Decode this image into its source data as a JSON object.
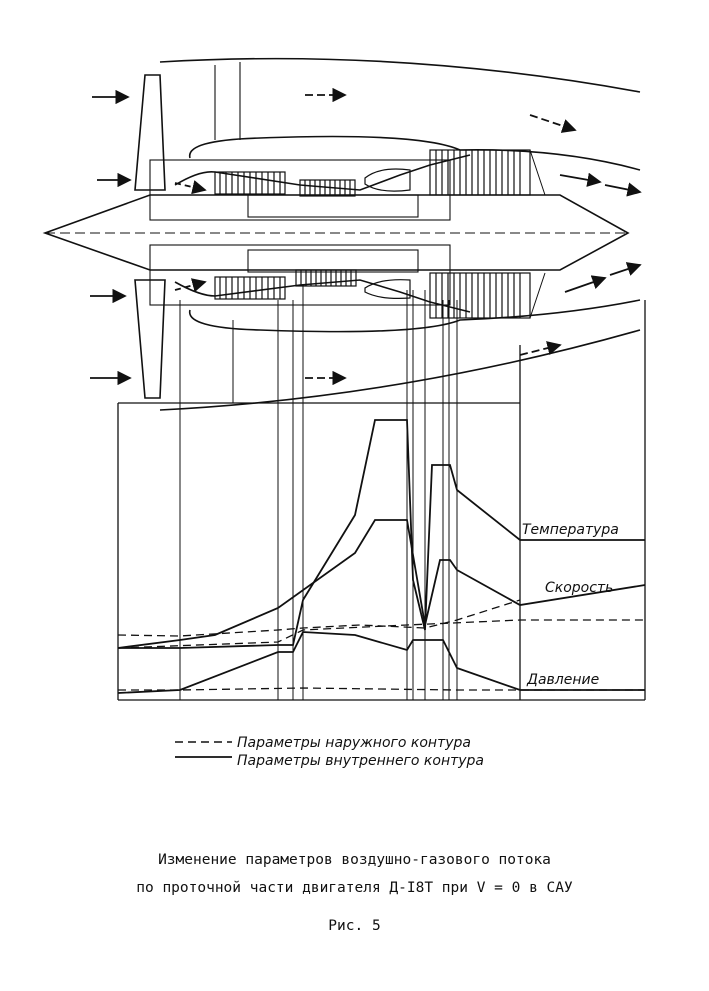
{
  "diagram": {
    "curve_labels": {
      "temperature": "Температура",
      "speed": "Скорость",
      "pressure": "Давление"
    },
    "legend": {
      "outer": "Параметры наружного контура",
      "inner": "Параметры внутреннего контура"
    }
  },
  "caption": {
    "line1": "Изменение параметров воздушно-газового потока",
    "line2": "по проточной части двигателя Д-I8T при V = 0 в САУ",
    "figure_number": "Рис. 5"
  },
  "colors": {
    "ink": "#111111",
    "paper": "#ffffff"
  }
}
